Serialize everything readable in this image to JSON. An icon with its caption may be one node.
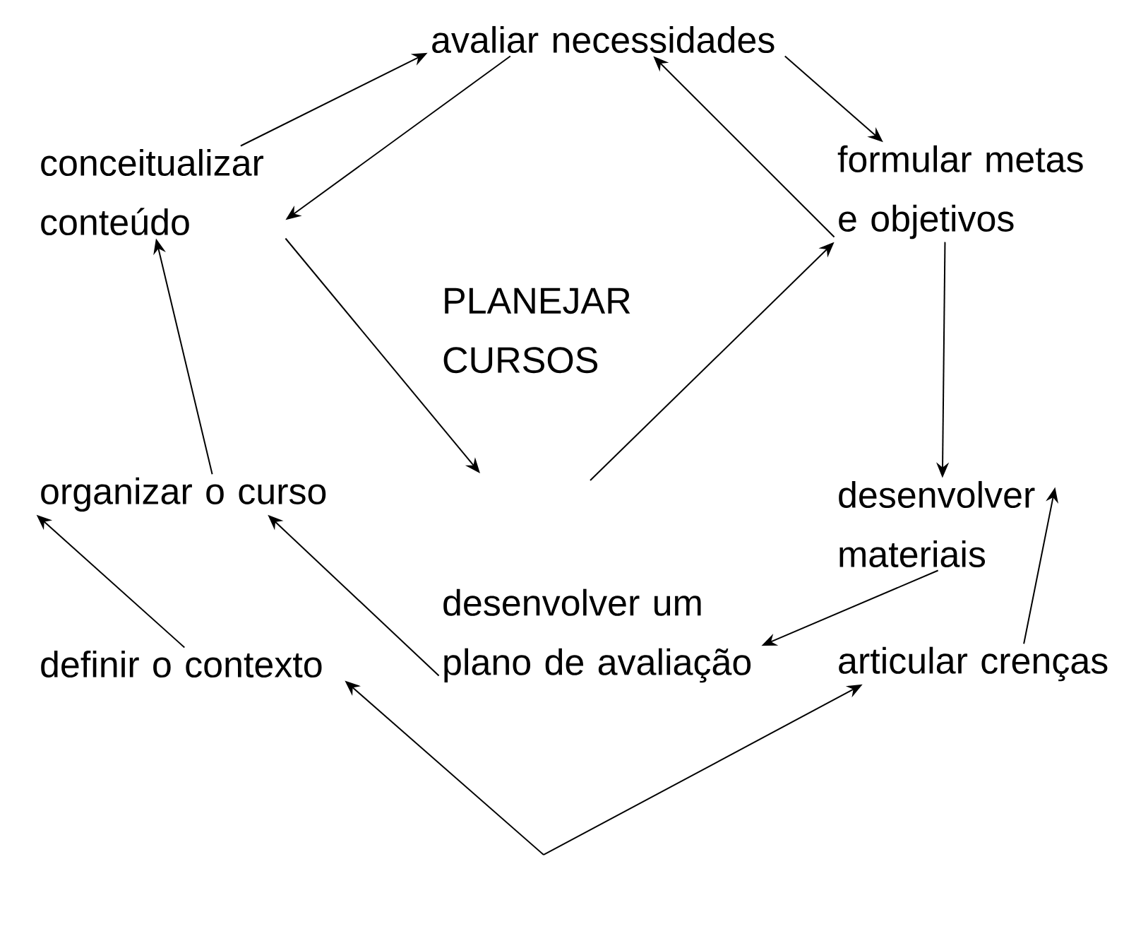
{
  "diagram": {
    "nodes": [
      {
        "text": [
          "avaliar necessidades"
        ]
      },
      {
        "text": [
          "formular metas e objetivos"
        ]
      },
      {
        "text": [
          "desenvolver materiais"
        ]
      },
      {
        "text": [
          "articular crenças"
        ]
      },
      {
        "text": [
          "definir o contexto"
        ]
      },
      {
        "text": [
          "organizar o curso"
        ]
      },
      {
        "text": [
          "conceitualizar conteúdo"
        ]
      },
      {
        "text": [
          "PLANEJAR CURSOS"
        ]
      },
      {
        "text": [
          "desenvolver um plano de avaliação"
        ]
      }
    ],
    "edges": [
      {
        "from": 6,
        "to": 0,
        "arrow": "to"
      },
      {
        "from": 0,
        "to": 1,
        "arrow": "to"
      },
      {
        "from": 1,
        "to": 2,
        "arrow": "to"
      },
      {
        "from": 3,
        "to": 2,
        "arrow": "to"
      },
      {
        "from": 2,
        "to": 8,
        "arrow": "to"
      },
      {
        "from": 8,
        "to": 5,
        "arrow": "to"
      },
      {
        "from": 4,
        "to": 5,
        "arrow": "to"
      },
      {
        "from": 5,
        "to": 6,
        "arrow": "to"
      },
      {
        "from": 0,
        "to": 6,
        "arrow": "to"
      },
      {
        "from": 1,
        "to": 0,
        "arrow": "to"
      },
      {
        "from": 6,
        "to": null,
        "arrow": "to"
      },
      {
        "from": null,
        "to": 1,
        "arrow": "to"
      },
      {
        "from": null,
        "to": 4,
        "arrow": "to"
      },
      {
        "from": null,
        "to": 3,
        "arrow": "to"
      }
    ]
  }
}
